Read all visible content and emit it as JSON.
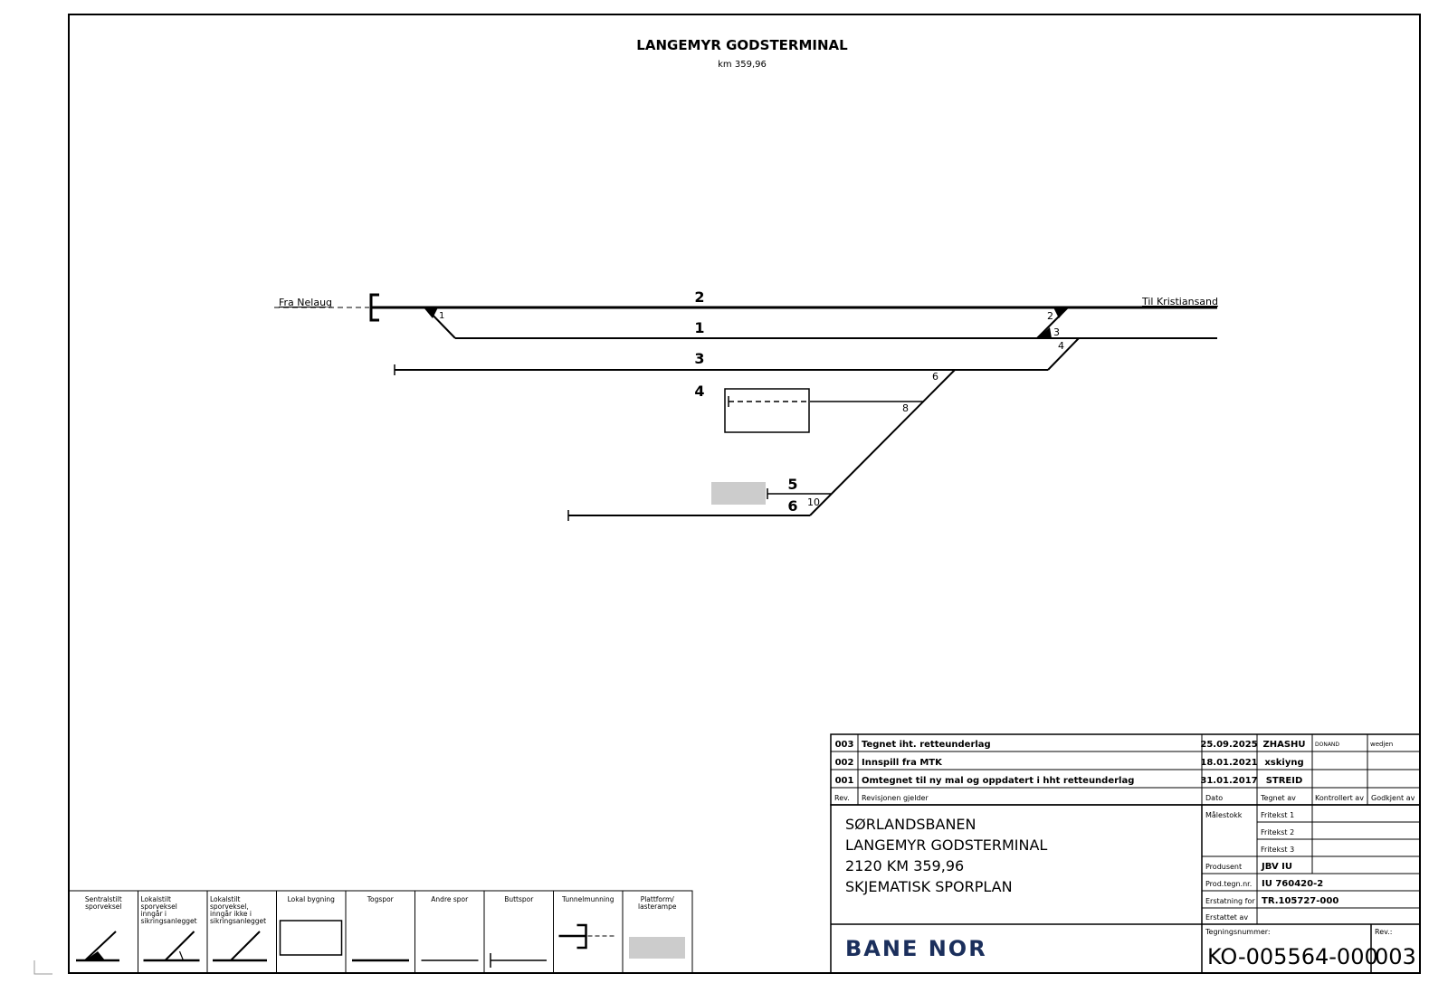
{
  "header": {
    "title": "LANGEMYR GODSTERMINAL",
    "subtitle": "km 359,96"
  },
  "track_plan": {
    "from_label": "Fra Nelaug",
    "to_label": "Til Kristiansand",
    "tracks": [
      "2",
      "1",
      "3",
      "4",
      "5",
      "6"
    ],
    "switches": [
      "1",
      "2",
      "3",
      "4",
      "6",
      "8",
      "10"
    ]
  },
  "legend": [
    {
      "label": "Sentralstilt sporveksel",
      "symbol": "central-switch"
    },
    {
      "label": "Lokalstilt sporveksel inngår i sikringsanlegget",
      "symbol": "local-switch-in"
    },
    {
      "label": "Lokalstilt sporveksel, inngår ikke i sikringsanlegget",
      "symbol": "local-switch-out"
    },
    {
      "label": "Lokal bygning",
      "symbol": "building"
    },
    {
      "label": "Togspor",
      "symbol": "train-track"
    },
    {
      "label": "Andre spor",
      "symbol": "other-track"
    },
    {
      "label": "Buttspor",
      "symbol": "butt-track"
    },
    {
      "label": "Tunnelmunning",
      "symbol": "tunnel-mouth"
    },
    {
      "label": "Plattform/ lasterampe",
      "symbol": "platform"
    }
  ],
  "revisions": [
    {
      "rev": "003",
      "text": "Tegnet iht. retteunderlag",
      "date": "25.09.2025",
      "drawn_by": "ZHASHU",
      "checked_by": "DONAND",
      "approved_by": "wedjen"
    },
    {
      "rev": "002",
      "text": "Innspill fra MTK",
      "date": "18.01.2021",
      "drawn_by": "xskiyng",
      "checked_by": "",
      "approved_by": ""
    },
    {
      "rev": "001",
      "text": "Omtegnet til ny mal og oppdatert i hht retteunderlag",
      "date": "31.01.2017",
      "drawn_by": "STREID",
      "checked_by": "",
      "approved_by": ""
    }
  ],
  "revision_header": {
    "rev": "Rev.",
    "text": "Revisjonen gjelder",
    "date": "Dato",
    "drawn_by": "Tegnet av",
    "checked_by": "Kontrollert av",
    "approved_by": "Godkjent av"
  },
  "title_block": {
    "lines": [
      "SØRLANDSBANEN",
      "LANGEMYR GODSTERMINAL",
      "2120 KM 359,96",
      "SKJEMATISK SPORPLAN"
    ],
    "scale_label": "Målestokk",
    "free_text": [
      "Fritekst 1",
      "Fritekst 2",
      "Fritekst 3"
    ],
    "producer_label": "Produsent",
    "producer_value": "JBV IU",
    "prod_no_label": "Prod.tegn.nr.",
    "prod_no_value": "IU 760420-2",
    "replaces_label": "Erstatning for",
    "replaces_value": "TR.105727-000",
    "replaced_by_label": "Erstattet av",
    "replaced_by_value": "",
    "drawing_no_label": "Tegningsnummer:",
    "drawing_no_value": "KO-005564-000",
    "rev_label": "Rev.:",
    "rev_value": "003",
    "logo_text": "BANE NOR"
  }
}
